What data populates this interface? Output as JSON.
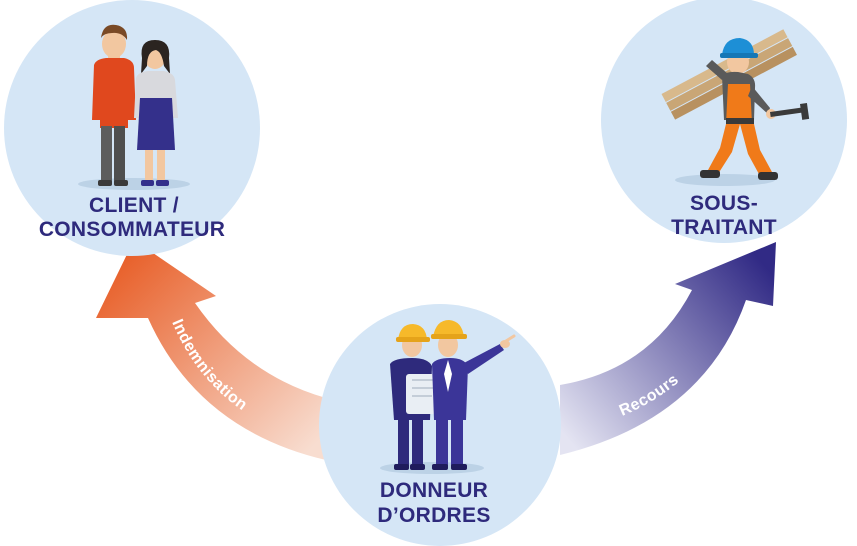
{
  "nodes": {
    "client": {
      "line1": "CLIENT /",
      "line2": "CONSOMMATEUR",
      "icon": "couple-icon"
    },
    "sous_traitant": {
      "line1": "SOUS-",
      "line2": "TRAITANT",
      "icon": "construction-worker-icon"
    },
    "donneur": {
      "line1": "DONNEUR",
      "line2": "D’ORDRES",
      "icon": "contractors-icon"
    }
  },
  "arrows": {
    "left": {
      "label": "Indemnisation",
      "color_from": "#e8602a",
      "color_to": "#f8ddd0"
    },
    "right": {
      "label": "Recours",
      "color_from": "#dcdcef",
      "color_to": "#312a85"
    }
  },
  "colors": {
    "circle": "#d5e6f6",
    "label": "#2e2a7c"
  }
}
